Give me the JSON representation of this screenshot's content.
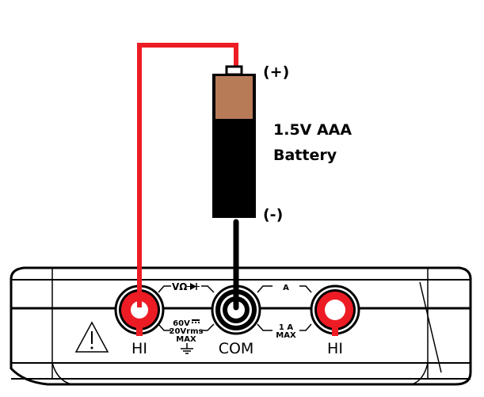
{
  "battery": {
    "positive_label": "(+)",
    "negative_label": "(-)",
    "name_line1": "1.5V AAA",
    "name_line2": "Battery",
    "top_color": "#b87b58",
    "body_color": "#000000"
  },
  "wires": {
    "positive_color": "#ed1c24",
    "negative_color": "#000000"
  },
  "meter": {
    "jacks": [
      {
        "label": "HI",
        "color": "#ed1c24"
      },
      {
        "label": "COM",
        "color": "#000000"
      },
      {
        "label": "HI",
        "color": "#ed1c24"
      }
    ],
    "left_top_label": "VΩ",
    "left_bottom_label1": "60V",
    "left_bottom_label2": "20Vrms",
    "left_bottom_label3": "MAX",
    "right_top_label": "A",
    "right_bottom_label1": "1 A",
    "right_bottom_label2": "MAX",
    "warning_icon": "warning-triangle-icon"
  }
}
